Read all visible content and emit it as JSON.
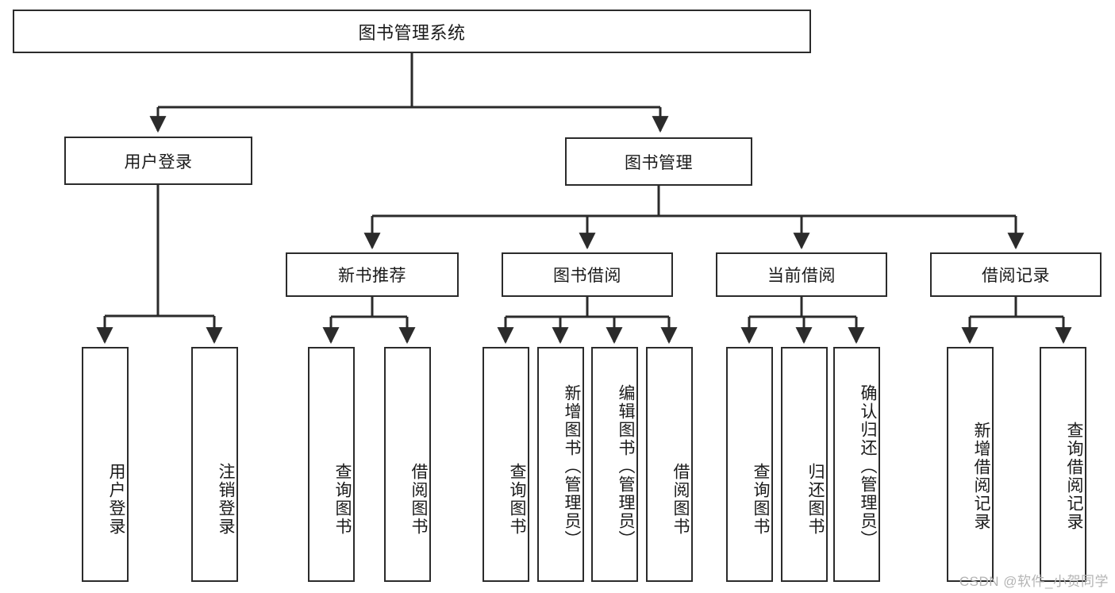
{
  "diagram": {
    "title": "图书管理系统",
    "root": {
      "label": "图书管理系统"
    },
    "level2": [
      {
        "label": "用户登录"
      },
      {
        "label": "图书管理"
      }
    ],
    "level3": [
      {
        "label": "新书推荐"
      },
      {
        "label": "图书借阅"
      },
      {
        "label": "当前借阅"
      },
      {
        "label": "借阅记录"
      }
    ],
    "leaves": {
      "user_login": [
        {
          "label": "用户登录"
        },
        {
          "label": "注销登录"
        }
      ],
      "new_book_recommend": [
        {
          "label": "查询图书"
        },
        {
          "label": "借阅图书"
        }
      ],
      "book_borrow": [
        {
          "label": "查询图书"
        },
        {
          "label": "新增图书（管理员）"
        },
        {
          "label": "编辑图书（管理员）"
        },
        {
          "label": "借阅图书"
        }
      ],
      "current_borrow": [
        {
          "label": "查询图书"
        },
        {
          "label": "归还图书"
        },
        {
          "label": "确认归还（管理员）"
        }
      ],
      "borrow_record": [
        {
          "label": "新增借阅记录"
        },
        {
          "label": "查询借阅记录"
        }
      ]
    }
  },
  "watermark": {
    "text": "CSDN @软件_小贺同学"
  },
  "colors": {
    "stroke": "#2b2b2b",
    "background": "#ffffff",
    "text": "#1a1a1a",
    "watermark": "#b4b4b4"
  }
}
